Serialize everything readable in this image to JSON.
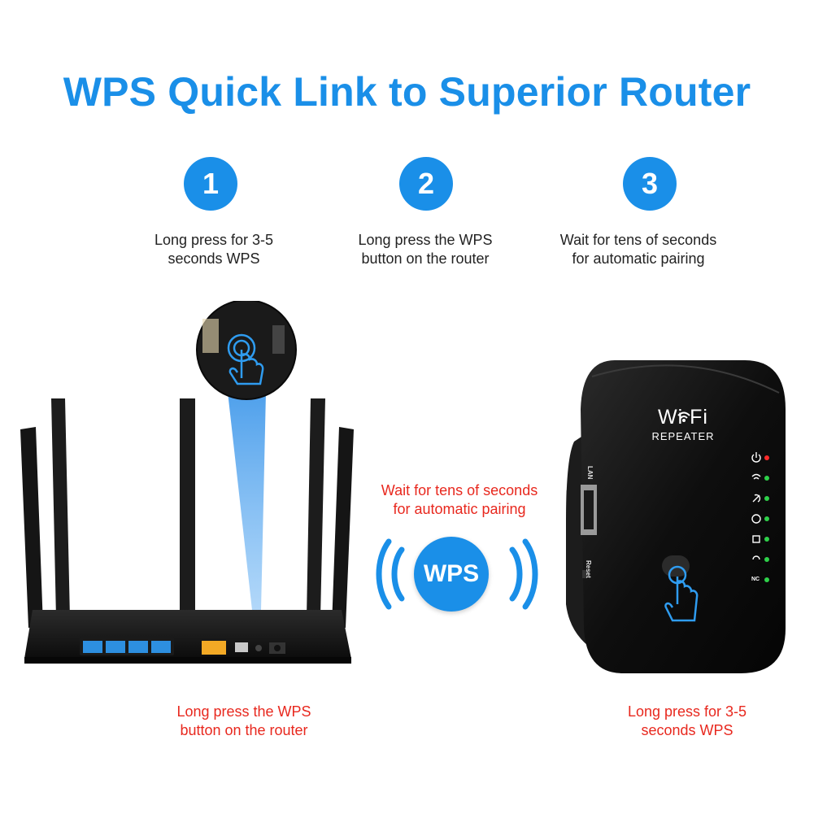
{
  "title": "WPS Quick Link to Superior Router",
  "steps": [
    {
      "number": "1",
      "text": "Long press for 3-5\nseconds WPS"
    },
    {
      "number": "2",
      "text": "Long press the WPS\nbutton on the router"
    },
    {
      "number": "3",
      "text": "Wait for tens of seconds\nfor automatic pairing"
    }
  ],
  "center": {
    "wait_text": "Wait for tens of seconds\nfor automatic pairing",
    "wps_badge": "WPS"
  },
  "router_caption": "Long press the WPS\nbutton on the router",
  "repeater_caption": "Long press for 3-5\nseconds WPS",
  "repeater": {
    "brand": "Wi Fi",
    "model": "REPEATER",
    "lan_label": "LAN",
    "reset_label": "Reset",
    "nc_label": "NC"
  },
  "colors": {
    "accent_blue": "#1a8fe8",
    "caption_red": "#e8281e",
    "device_black": "#111111",
    "led_green": "#2ed14a",
    "led_red": "#ff2a2a"
  }
}
